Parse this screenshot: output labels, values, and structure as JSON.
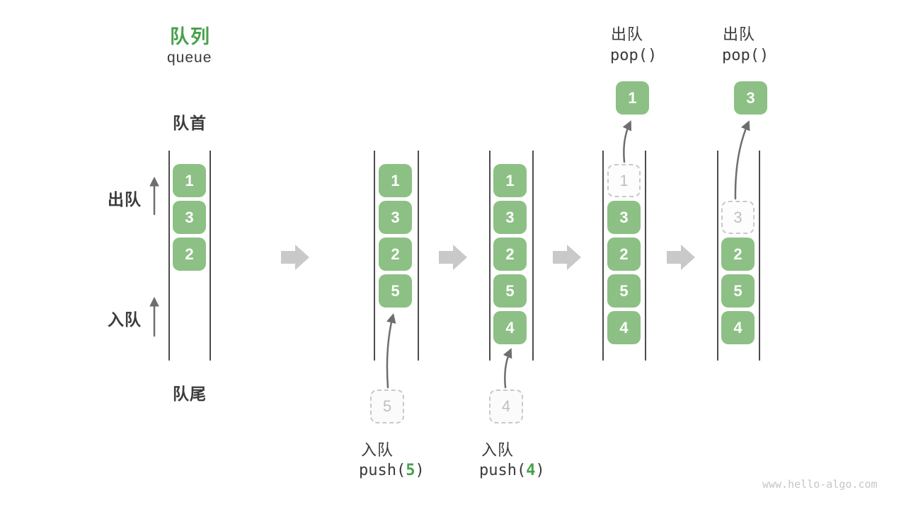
{
  "header": {
    "title_zh": "队列",
    "title_en": "queue"
  },
  "side_labels": {
    "front": "队首",
    "rear": "队尾",
    "dequeue": "出队",
    "enqueue": "入队"
  },
  "watermark": "www.hello-algo.com",
  "colors": {
    "accent_green": "#47a14b",
    "box_green": "#8cc084",
    "box_text": "#ffffff",
    "dark_text": "#3b3b3b",
    "arrow_gray": "#6e6e6e",
    "block_arrow_gray": "#c9c9c9",
    "dashed_border": "#c9c9c9",
    "dashed_text": "#bfbfbf",
    "container_line": "#4c4c4c",
    "watermark_gray": "#c6c6c6"
  },
  "states": [
    {
      "slots": [
        {
          "value": "1",
          "style": "green"
        },
        {
          "value": "3",
          "style": "green"
        },
        {
          "value": "2",
          "style": "green"
        }
      ]
    },
    {
      "slots": [
        {
          "value": "1",
          "style": "green"
        },
        {
          "value": "3",
          "style": "green"
        },
        {
          "value": "2",
          "style": "green"
        },
        {
          "value": "5",
          "style": "green"
        }
      ],
      "pending": "5",
      "op_zh": "入队",
      "op_fn": "push(",
      "op_arg": "5",
      "op_end": ")"
    },
    {
      "slots": [
        {
          "value": "1",
          "style": "green"
        },
        {
          "value": "3",
          "style": "green"
        },
        {
          "value": "2",
          "style": "green"
        },
        {
          "value": "5",
          "style": "green"
        },
        {
          "value": "4",
          "style": "green"
        }
      ],
      "pending": "4",
      "op_zh": "入队",
      "op_fn": "push(",
      "op_arg": "4",
      "op_end": ")"
    },
    {
      "slots": [
        {
          "value": "1",
          "style": "dashed"
        },
        {
          "value": "3",
          "style": "green"
        },
        {
          "value": "2",
          "style": "green"
        },
        {
          "value": "5",
          "style": "green"
        },
        {
          "value": "4",
          "style": "green"
        }
      ],
      "popped": "1",
      "op_zh": "出队",
      "op_fn": "pop()"
    },
    {
      "slots": [
        {
          "value": "3",
          "style": "dashed"
        },
        {
          "value": "2",
          "style": "green"
        },
        {
          "value": "5",
          "style": "green"
        },
        {
          "value": "4",
          "style": "green"
        }
      ],
      "popped": "3",
      "op_zh": "出队",
      "op_fn": "pop()"
    }
  ]
}
